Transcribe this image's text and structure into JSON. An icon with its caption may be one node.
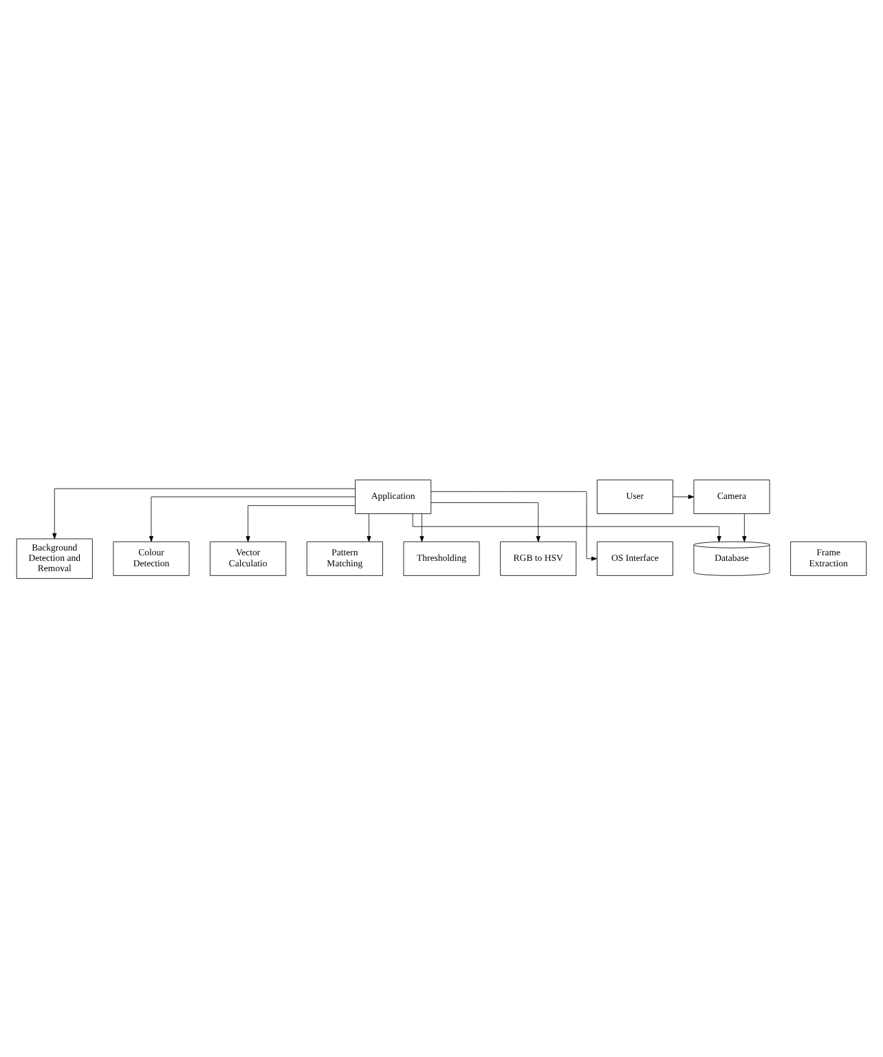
{
  "diagram": {
    "nodes": [
      {
        "text": [
          "Camera"
        ]
      },
      {
        "text": [
          "User"
        ]
      },
      {
        "text": [
          "Background Detection and Removal"
        ]
      },
      {
        "text": [
          "Frame Extraction"
        ]
      },
      {
        "text": [
          "Colour Detection"
        ]
      },
      {
        "text": [
          "Database"
        ]
      },
      {
        "text": [
          "Vector Calculatio"
        ]
      },
      {
        "text": [
          "Application"
        ]
      },
      {
        "text": [
          "Pattern Matching"
        ]
      },
      {
        "text": [
          "Thresholding"
        ]
      },
      {
        "text": [
          "RGB to HSV"
        ]
      },
      {
        "text": [
          "OS Interface"
        ]
      }
    ],
    "edges": [
      {
        "from": 1,
        "to": 0,
        "arrow": "to"
      },
      {
        "from": 0,
        "to": 5,
        "arrow": "to"
      },
      {
        "from": 7,
        "to": 5,
        "arrow": "to"
      },
      {
        "from": 7,
        "to": 2,
        "arrow": "to"
      },
      {
        "from": 7,
        "to": 4,
        "arrow": "to"
      },
      {
        "from": 7,
        "to": 6,
        "arrow": "to"
      },
      {
        "from": 7,
        "to": 8,
        "arrow": "to"
      },
      {
        "from": 7,
        "to": 9,
        "arrow": "to"
      },
      {
        "from": 7,
        "to": 10,
        "arrow": "to"
      },
      {
        "from": 7,
        "to": 11,
        "arrow": "to"
      }
    ]
  }
}
